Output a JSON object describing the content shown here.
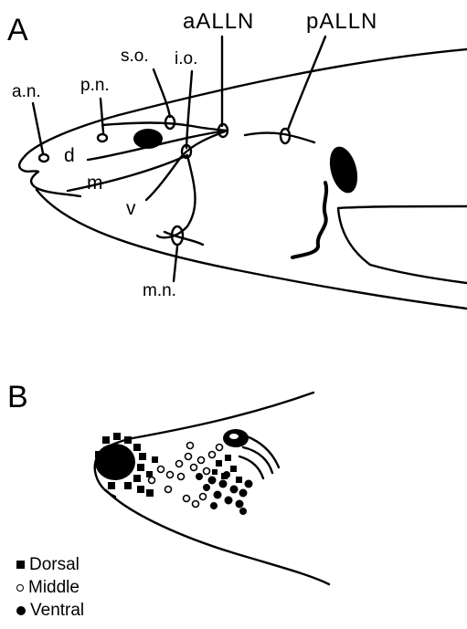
{
  "panel_a": {
    "letter": "A",
    "labels": {
      "an": "a.n.",
      "pn": "p.n.",
      "so": "s.o.",
      "io": "i.o.",
      "aalln": "aALLN",
      "palln": "pALLN",
      "d": "d",
      "m": "m",
      "v": "v",
      "mn": "m.n."
    }
  },
  "panel_b": {
    "letter": "B",
    "legend": {
      "dorsal": "Dorsal",
      "middle": "Middle",
      "ventral": "Ventral"
    }
  }
}
